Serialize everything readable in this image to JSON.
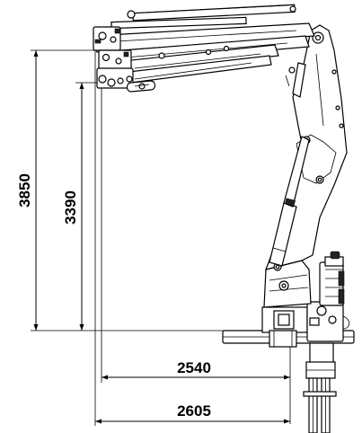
{
  "dimensions": {
    "height_max": "3850",
    "height_hook": "3390",
    "reach_inner": "2540",
    "reach_outer": "2605"
  },
  "colors": {
    "line": "#000000",
    "background": "#ffffff"
  }
}
